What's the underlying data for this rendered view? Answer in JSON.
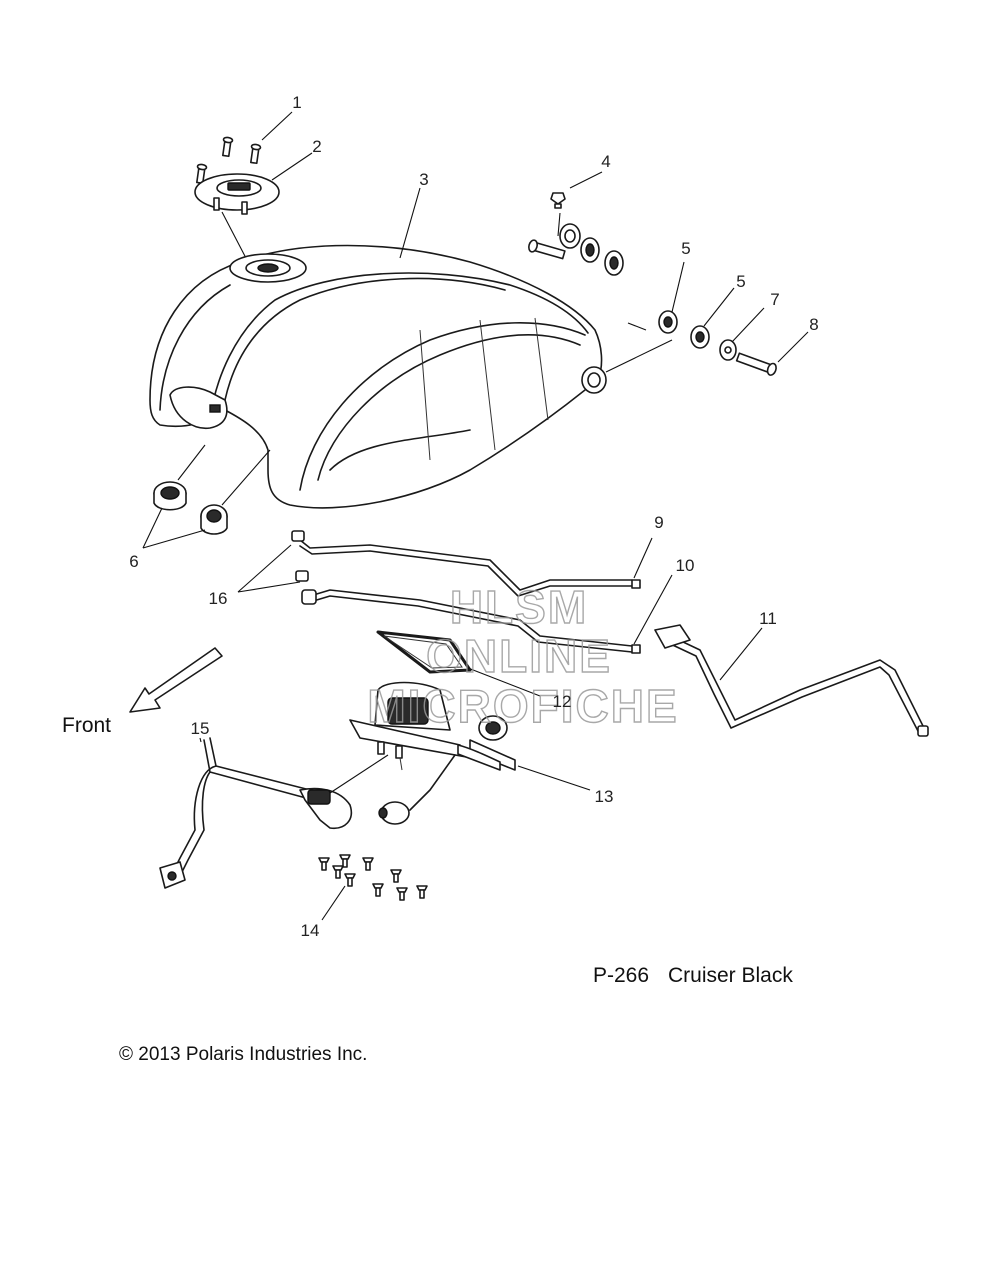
{
  "diagram": {
    "page_code": "P-266",
    "model_name": "Cruiser Black",
    "copyright": "© 2013 Polaris Industries Inc.",
    "direction_label": "Front",
    "watermark": [
      "HLSM",
      "ONLINE",
      "MICROFICHE"
    ],
    "callouts": [
      "1",
      "2",
      "3",
      "4",
      "5",
      "5",
      "7",
      "8",
      "6",
      "9",
      "10",
      "11",
      "16",
      "12",
      "15",
      "13",
      "14"
    ]
  }
}
